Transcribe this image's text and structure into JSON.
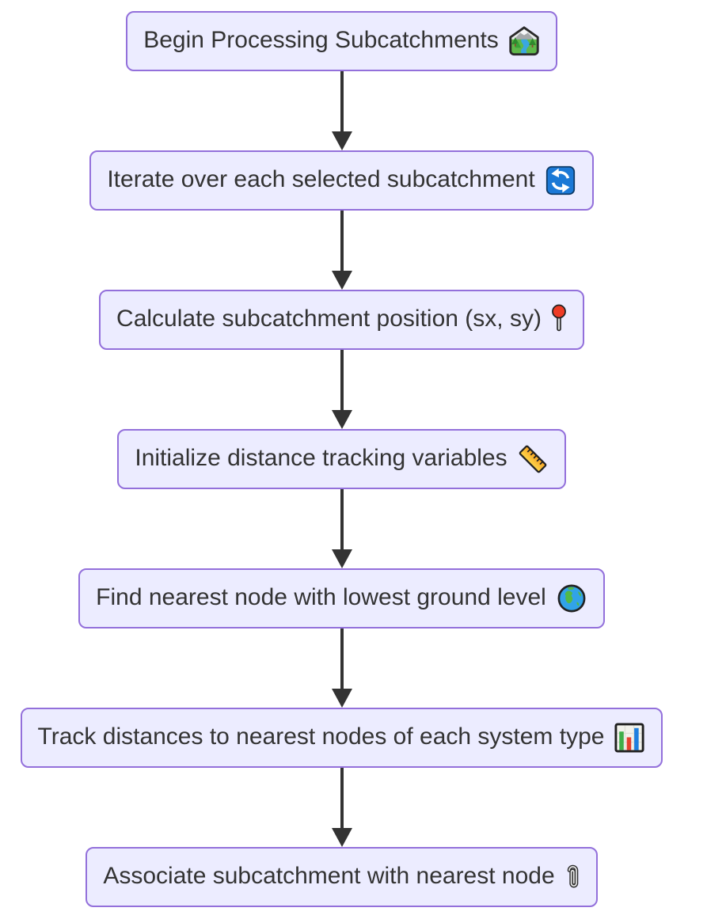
{
  "diagram": {
    "type": "flowchart",
    "direction": "top-down",
    "nodes": [
      {
        "id": "A",
        "label": "Begin Processing Subcatchments",
        "emoji": "🏞️",
        "icon": "national-park-icon"
      },
      {
        "id": "B",
        "label": "Iterate over each selected subcatchment",
        "emoji": "🔄",
        "icon": "counterclockwise-arrows-icon"
      },
      {
        "id": "C",
        "label": "Calculate subcatchment position (sx, sy)",
        "emoji": "📍",
        "icon": "round-pushpin-icon"
      },
      {
        "id": "D",
        "label": "Initialize distance tracking variables",
        "emoji": "📏",
        "icon": "straight-ruler-icon"
      },
      {
        "id": "E",
        "label": "Find nearest node with lowest ground level",
        "emoji": "🌍",
        "icon": "globe-europe-africa-icon"
      },
      {
        "id": "F",
        "label": "Track distances to nearest nodes of each system type",
        "emoji": "📊",
        "icon": "bar-chart-icon"
      },
      {
        "id": "G",
        "label": "Associate subcatchment with nearest node",
        "emoji": "📎",
        "icon": "paperclip-icon"
      }
    ],
    "edges": [
      {
        "from": "A",
        "to": "B"
      },
      {
        "from": "B",
        "to": "C"
      },
      {
        "from": "C",
        "to": "D"
      },
      {
        "from": "D",
        "to": "E"
      },
      {
        "from": "E",
        "to": "F"
      },
      {
        "from": "F",
        "to": "G"
      }
    ],
    "colors": {
      "node_fill": "#ECECFF",
      "node_border": "#9370DB",
      "node_text": "#333333",
      "arrow": "#333333",
      "background": "#FFFFFF"
    }
  }
}
